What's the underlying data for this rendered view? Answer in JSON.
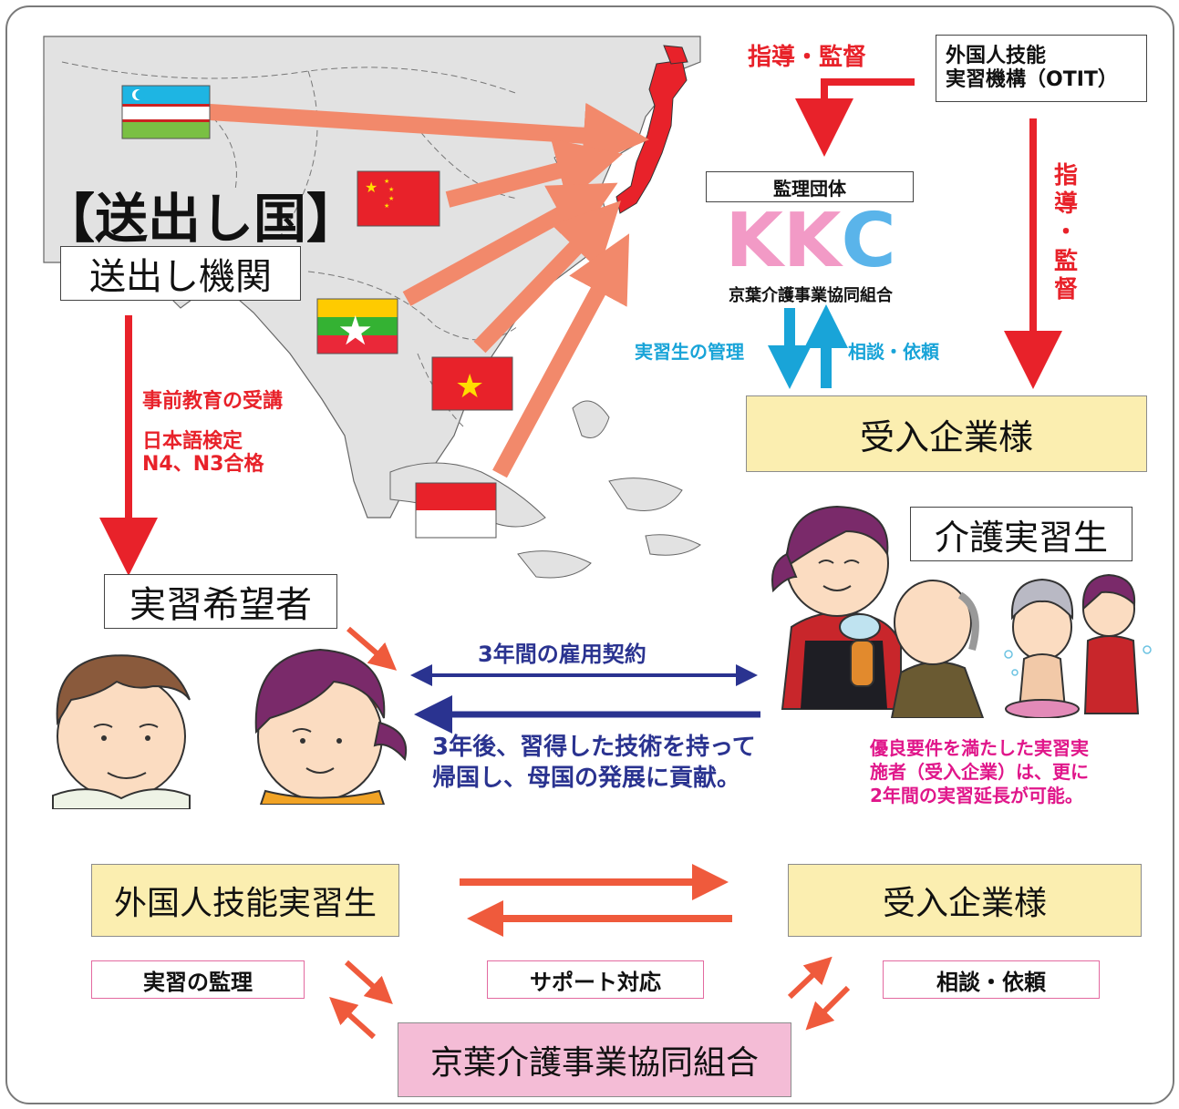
{
  "sending": {
    "country_title": "【送出し国】",
    "agency_label": "送出し機関",
    "pre_training": "事前教育の受講",
    "jlpt_line1": "日本語検定",
    "jlpt_line2": "N4、N3合格",
    "applicants_label": "実習希望者"
  },
  "otit": {
    "line1": "外国人技能",
    "line2": "実習機構（OTIT）",
    "guidance_horizontal": "指導・監督",
    "guidance_vertical": [
      "指",
      "導",
      "・",
      "監",
      "督"
    ]
  },
  "supervisor": {
    "label": "監理団体",
    "logo_letters": [
      "K",
      "K",
      "C"
    ],
    "logo_colors": [
      "#f29ac6",
      "#f29ac6",
      "#5ab4ea"
    ],
    "org_name": "京葉介護事業協同組合",
    "management": "実習生の管理",
    "consult": "相談・依頼"
  },
  "company": {
    "label": "受入企業様"
  },
  "trainees": {
    "label": "介護実習生",
    "extension_line1": "優良要件を満たした実習実",
    "extension_line2": "施者（受入企業）は、更に",
    "extension_line3": "2年間の実習延長が可能。"
  },
  "contract": {
    "label": "3年間の雇用契約",
    "return_line1": "3年後、習得した技術を持って",
    "return_line2": "帰国し、母国の発展に貢献。"
  },
  "bottom": {
    "trainee_box": "外国人技能実習生",
    "company_box": "受入企業様",
    "supervision": "実習の監理",
    "support": "サポート対応",
    "consult": "相談・依頼",
    "org_box": "京葉介護事業協同組合"
  },
  "flags": [
    "uzbekistan-flag",
    "china-flag",
    "myanmar-flag",
    "vietnam-flag",
    "indonesia-flag"
  ],
  "colors": {
    "red": "#e8222a",
    "salmon_arrow": "#f2896b",
    "navy": "#2a3390",
    "cyan": "#19a4d8",
    "magenta": "#e0168a",
    "yellow_box": "#fbeeb0",
    "pink_box": "#f4bcd6",
    "japan": "#e8222a"
  }
}
